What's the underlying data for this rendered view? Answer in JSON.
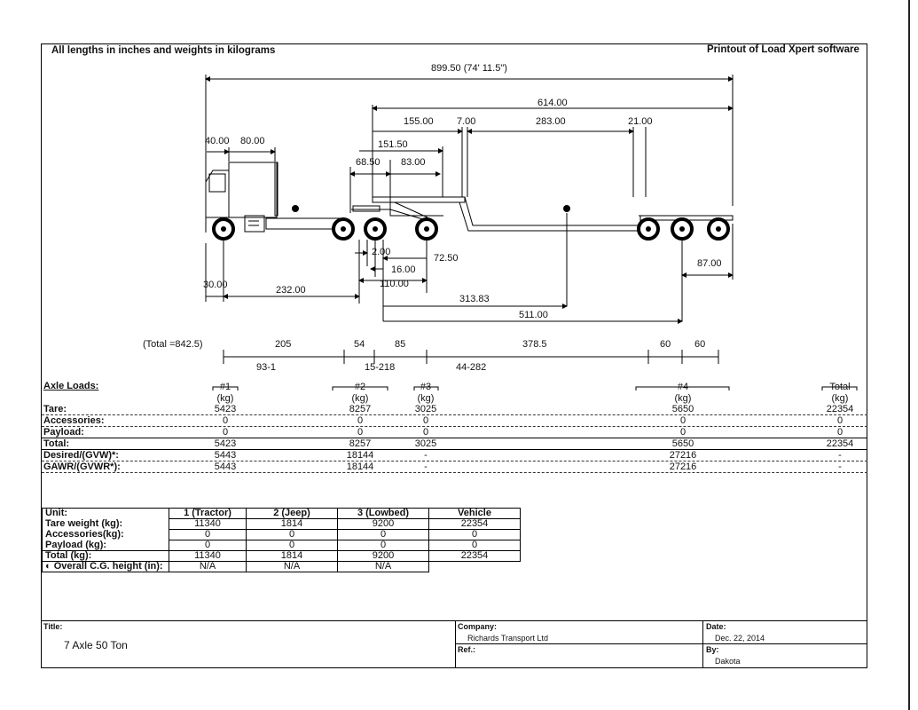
{
  "header": {
    "units_note": "All lengths in inches and weights in kilograms",
    "software_note": "Printout of Load Xpert software"
  },
  "diagram": {
    "overall_length": "899.50 (74' 11.5\")",
    "dims_top": {
      "d614": "614.00",
      "d155": "155.00",
      "d7": "7.00",
      "d283": "283.00",
      "d21": "21.00",
      "d151": "151.50",
      "d68": "68.50",
      "d83": "83.00",
      "d40": "40.00",
      "d80": "80.00"
    },
    "dims_bottom": {
      "d2": "2.00",
      "d72": "72.50",
      "d16": "16.00",
      "d110": "110.00",
      "d30": "30.00",
      "d232": "232.00",
      "d313": "313.83",
      "d511": "511.00",
      "d87": "87.00"
    },
    "spacing": {
      "total": "(Total =842.5)",
      "s205": "205",
      "s54": "54",
      "s85": "85",
      "s378": "378.5",
      "s60a": "60",
      "s60b": "60",
      "g1": "93-1",
      "g2": "15-218",
      "g3": "44-282"
    }
  },
  "axle_loads": {
    "title": "Axle Loads:",
    "unit": "(kg)",
    "row_labels": [
      "Tare:",
      "Accessories:",
      "Payload:",
      "Total:",
      "Desired/(GVW)*:",
      "GAWR/(GVWR*):"
    ],
    "columns": [
      {
        "label": "#1",
        "values": [
          "5423",
          "0",
          "0",
          "5423",
          "5443",
          "5443"
        ]
      },
      {
        "label": "#2",
        "values": [
          "8257",
          "0",
          "0",
          "8257",
          "18144",
          "18144"
        ]
      },
      {
        "label": "#3",
        "values": [
          "3025",
          "0",
          "0",
          "3025",
          "-",
          "-"
        ]
      },
      {
        "label": "#4",
        "values": [
          "5650",
          "0",
          "0",
          "5650",
          "27216",
          "27216"
        ]
      },
      {
        "label": "Total",
        "values": [
          "22354",
          "0",
          "0",
          "22354",
          "-",
          "-"
        ]
      }
    ]
  },
  "units_table": {
    "headers": [
      "Unit:",
      "1 (Tractor)",
      "2 (Jeep)",
      "3 (Lowbed)",
      "Vehicle"
    ],
    "rows": [
      {
        "label": "Tare weight (kg):",
        "values": [
          "11340",
          "1814",
          "9200",
          "22354"
        ]
      },
      {
        "label": "Accessories(kg):",
        "values": [
          "0",
          "0",
          "0",
          "0"
        ]
      },
      {
        "label": "Payload (kg):",
        "values": [
          "0",
          "0",
          "0",
          "0"
        ]
      },
      {
        "label": "Total (kg):",
        "values": [
          "11340",
          "1814",
          "9200",
          "22354"
        ]
      },
      {
        "label": "Overall C.G. height (in):",
        "values": [
          "N/A",
          "N/A",
          "N/A",
          ""
        ]
      }
    ]
  },
  "title_block": {
    "title_label": "Title:",
    "title_value": "7 Axle 50 Ton",
    "company_label": "Company:",
    "company_value": "Richards Transport Ltd",
    "ref_label": "Ref.:",
    "date_label": "Date:",
    "date_value": "Dec. 22, 2014",
    "by_label": "By:",
    "by_value": "Dakota"
  }
}
